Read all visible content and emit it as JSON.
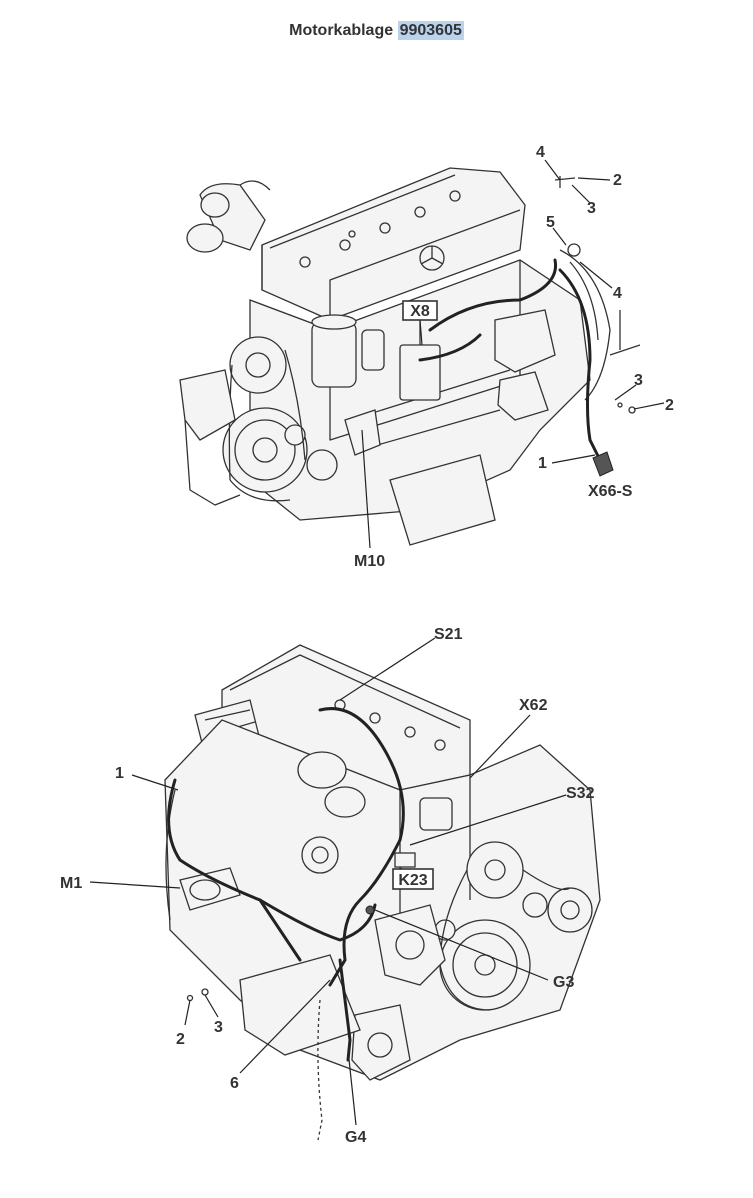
{
  "title": {
    "text": "Motorkablage",
    "number": "9903605"
  },
  "top_view": {
    "labels": {
      "callout_4a": "4",
      "callout_2a": "2",
      "callout_3a": "3",
      "callout_5": "5",
      "callout_4b": "4",
      "callout_3b": "3",
      "callout_2b": "2",
      "callout_1": "1",
      "x8": "X8",
      "x66s": "X66-S",
      "m10": "M10"
    }
  },
  "bottom_view": {
    "labels": {
      "s21": "S21",
      "x62": "X62",
      "s32": "S32",
      "callout_1": "1",
      "m1": "M1",
      "k23": "K23",
      "g3": "G3",
      "callout_2": "2",
      "callout_3": "3",
      "callout_6": "6",
      "g4": "G4"
    }
  }
}
